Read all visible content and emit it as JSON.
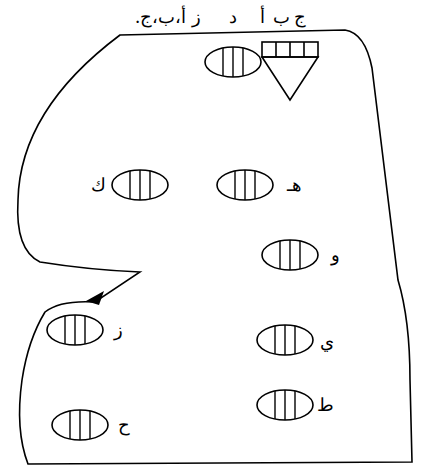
{
  "diagram": {
    "labels": [
      "ز أ،ب،ج.",
      "أ",
      "ب",
      "ج",
      "د",
      "ك",
      "هـ",
      "و",
      "ز",
      "ي",
      "ح",
      "ط"
    ]
  }
}
